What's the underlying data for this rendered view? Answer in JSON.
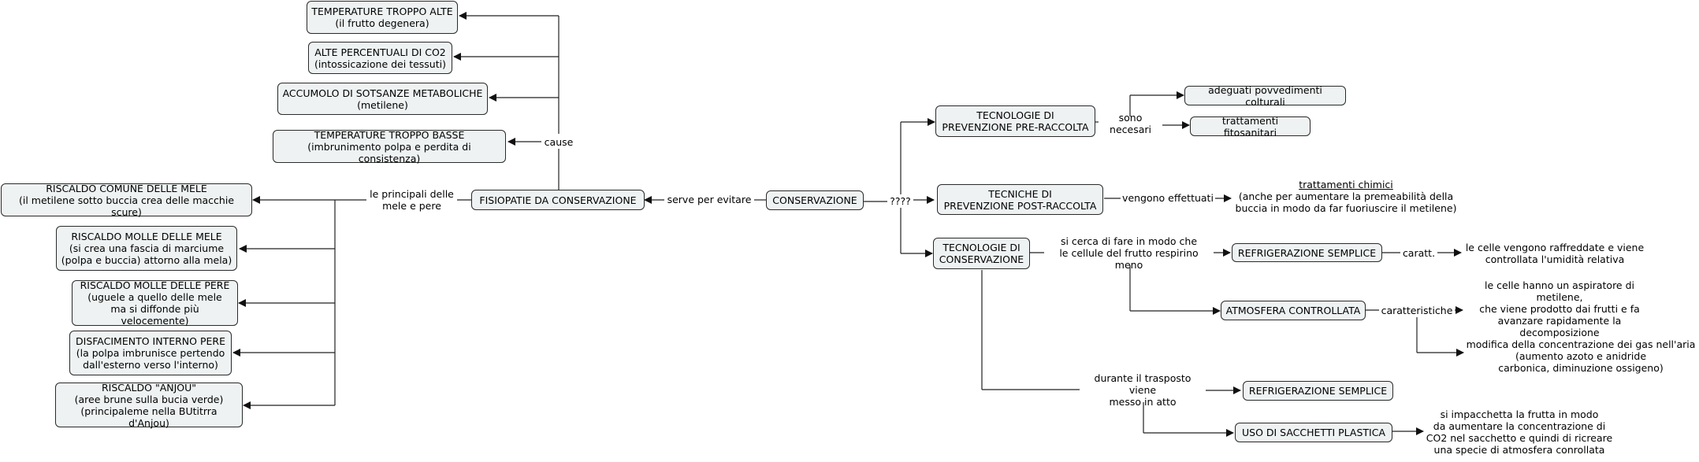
{
  "nodes": {
    "conservazione": "CONSERVAZIONE",
    "fisiopatie": "FISIOPATIE DA CONSERVAZIONE",
    "temp_alte": "TEMPERATURE TROPPO ALTE\n(il frutto degenera)",
    "co2": "ALTE PERCENTUALI DI CO2\n(intossicazione dei tessuti)",
    "accumolo": "ACCUMOLO DI SOTSANZE METABOLICHE\n(metilene)",
    "temp_basse": "TEMPERATURE TROPPO BASSE\n(imbrunimento polpa e perdita di consistenza)",
    "riscaldo_comune": "RISCALDO COMUNE DELLE MELE\n(il metilene sotto buccia crea delle macchie scure)",
    "riscaldo_molle_mele": "RISCALDO MOLLE DELLE MELE\n(si crea una fascia di marciume\n(polpa e buccia) attorno alla mela)",
    "riscaldo_molle_pere": "RISCALDO MOLLE DELLE PERE\n(uguele a quello delle mele\nma si diffonde più velocemente)",
    "disfacimento": "DISFACIMENTO INTERNO PERE\n(la polpa imbrunisce pertendo\ndall'esterno verso l'interno)",
    "anjou": "RISCALDO \"ANJOU\"\n(aree brune sulla bucia verde)\n(principaleme nella BUtitrra d'Anjou)",
    "pre_raccolta": "TECNOLOGIE DI\nPREVENZIONE PRE-RACCOLTA",
    "post_raccolta": "TECNICHE DI\nPREVENZIONE POST-RACCOLTA",
    "tecnologie_cons": "TECNOLOGIE DI\nCONSERVAZIONE",
    "adeguati": "adeguati povvedimenti colturali",
    "trattamenti_fito": "trattamenti fitosanitari",
    "refrig1": "REFRIGERAZIONE SEMPLICE",
    "atmosfera": "ATMOSFERA CONTROLLATA",
    "refrig2": "REFRIGERAZIONE SEMPLICE",
    "sacchetti": "USO DI SACCHETTI PLASTICA"
  },
  "labels": {
    "serve_per_evitare": "serve per evitare",
    "cause": "cause",
    "le_principali": "le principali delle\nmele e pere",
    "qqq": "????",
    "sono_necesari": "sono necesari",
    "vengono_effettuati": "vengono effettuati",
    "si_cerca": "si cerca di fare in modo che\nle cellule del frutto respirino meno",
    "durante": "durante il trasposto viene\nmesso in atto",
    "caratt": "caratt.",
    "caratteristiche": "caratteristiche"
  },
  "texts": {
    "trattamenti_chimici_title": "trattamenti chimici",
    "trattamenti_chimici_body": "(anche per aumentare la premeabilità della\nbuccia in modo da far fuoriuscire il metilene)",
    "celle_refrig": "le celle vengono raffreddate e viene\ncontrollata l'umidità relativa",
    "celle_aspiratore": "le celle hanno un aspiratore di metilene,\nche viene prodotto dai frutti e fa\navanzare rapidamente la decomposizione",
    "modifica": "modifica della concentrazione dei gas nell'aria\n(aumento azoto e anidride\ncarbonica, diminuzione ossigeno)",
    "impacchetta": "si impacchetta la frutta in modo\nda aumentare la concentrazione di\nCO2 nel sacchetto e quindi di ricreare\nuna specie di atmosfera conrollata"
  }
}
